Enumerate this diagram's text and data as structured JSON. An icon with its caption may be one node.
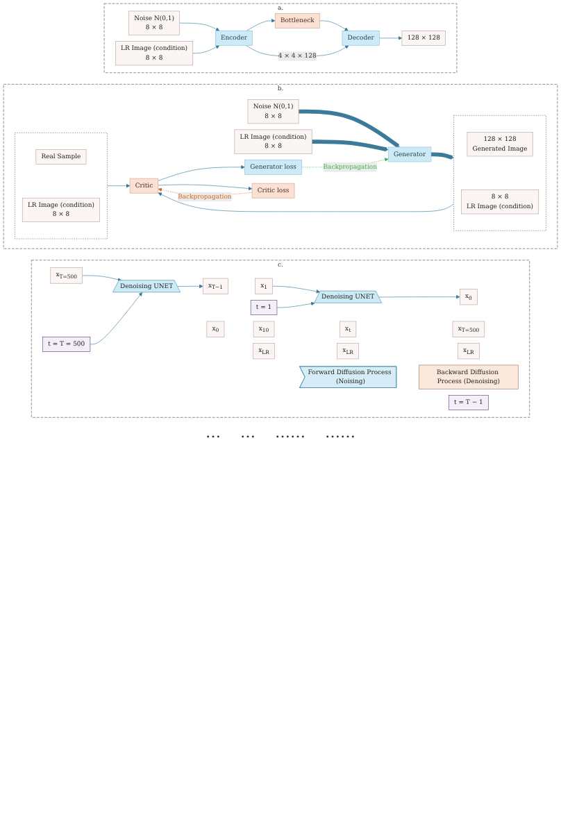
{
  "diagram": {
    "nodes": [
      {
        "text": [
          "a."
        ]
      },
      {
        "text": [
          "Noise N(0,1)",
          "8 × 8"
        ],
        "in": 0
      },
      {
        "text": [
          "LR Image (condition)",
          "8 × 8"
        ],
        "in": 0
      },
      {
        "text": [
          "Encoder"
        ],
        "in": 0
      },
      {
        "text": [
          "Bottleneck"
        ],
        "in": 0
      },
      {
        "text": [
          "Decoder"
        ],
        "in": 0
      },
      {
        "text": [
          "128 × 128"
        ],
        "in": 0
      },
      {
        "text": [
          "b."
        ]
      },
      {
        "text": [
          "Noise N(0,1)",
          "8 × 8"
        ],
        "in": 7
      },
      {
        "text": [
          "LR Image (condition)",
          "8 × 8"
        ],
        "in": 7
      },
      {
        "text": [
          "Generator"
        ],
        "in": 7
      },
      {
        "text": [],
        "shape": "box",
        "in": 7
      },
      {
        "text": [
          "128 × 128",
          "Generated Image"
        ],
        "in": 11
      },
      {
        "text": [
          "8 × 8",
          "LR Image (condition)"
        ],
        "in": 11
      },
      {
        "text": [],
        "shape": "box",
        "in": 7
      },
      {
        "text": [
          "Real Sample"
        ],
        "in": 14
      },
      {
        "text": [
          "LR Image (condition)",
          "8 × 8"
        ],
        "in": 14
      },
      {
        "text": [
          "Critic"
        ],
        "in": 7
      },
      {
        "text": [
          "Generator loss"
        ],
        "in": 7
      },
      {
        "text": [
          "Critic loss"
        ],
        "in": 7
      },
      {
        "text": [
          "c."
        ]
      },
      {
        "text": [
          "x$_{0}$"
        ],
        "in": 20
      },
      {
        "text": [
          "x$_{10}$"
        ],
        "in": 20
      },
      {
        "text": [
          "x$_{t}$"
        ],
        "in": 20
      },
      {
        "text": [
          "x$_{T=500}$"
        ],
        "in": 20
      },
      {
        "text": [
          "Forward Diffusion Process (Noising)"
        ],
        "in": 20
      },
      {
        "text": [
          "x$_{0}$"
        ],
        "in": 20
      },
      {
        "text": [
          "Denoising UNET"
        ],
        "in": 20
      },
      {
        "text": [
          "t = 1"
        ],
        "in": 20
      },
      {
        "text": [
          "x$_{1}$"
        ],
        "in": 20
      },
      {
        "text": [
          "t = T − 1"
        ],
        "in": 20
      },
      {
        "text": [
          "x$_{T−1}$"
        ],
        "in": 20
      },
      {
        "text": [
          "Denoising UNET"
        ],
        "in": 20
      },
      {
        "text": [
          "t = T = 500"
        ],
        "in": 20
      },
      {
        "text": [
          "x$_{T=500}$"
        ],
        "in": 20
      },
      {
        "text": [
          "x$_{LR}$"
        ],
        "in": 20
      },
      {
        "text": [
          "x$_{LR}$"
        ],
        "in": 20
      },
      {
        "text": [
          "x$_{LR}$"
        ],
        "in": 20
      },
      {
        "text": [
          "Backward Diffusion Process (Denoising)"
        ],
        "in": 20
      }
    ],
    "edges": [
      {
        "from": 1,
        "to": 3,
        "arrow": "to"
      },
      {
        "from": 2,
        "to": 3,
        "arrow": "to"
      },
      {
        "from": 3,
        "to": 4,
        "arrow": "to"
      },
      {
        "from": 4,
        "to": 5,
        "arrow": "to"
      },
      {
        "from": 3,
        "to": 5,
        "arrow": "to",
        "label": "4 × 4 × 128"
      },
      {
        "from": 5,
        "to": 6,
        "arrow": "to"
      },
      {
        "from": 8,
        "to": 10,
        "arrow": "to",
        "style": "thick"
      },
      {
        "from": 9,
        "to": 10,
        "arrow": "to",
        "style": "thick"
      },
      {
        "from": 10,
        "to": 11,
        "arrow": "to",
        "style": "thick"
      },
      {
        "from": 11,
        "to": 17,
        "arrow": "to"
      },
      {
        "from": 14,
        "to": 17,
        "arrow": "to"
      },
      {
        "from": 17,
        "to": 18,
        "arrow": "to"
      },
      {
        "from": 17,
        "to": 19,
        "arrow": "to"
      },
      {
        "from": 18,
        "to": 10,
        "arrow": "to",
        "style": "dashed",
        "color": "#3cb44b",
        "label": "Backpropagation"
      },
      {
        "from": 19,
        "to": 17,
        "arrow": "to",
        "style": "dashed",
        "color": "#d2691e",
        "label": "Backpropagation"
      },
      {
        "from": 29,
        "to": 27,
        "arrow": "to"
      },
      {
        "from": 28,
        "to": 27,
        "arrow": "to"
      },
      {
        "from": 27,
        "to": 26,
        "arrow": "to"
      },
      {
        "from": 34,
        "to": 32,
        "arrow": "to"
      },
      {
        "from": 33,
        "to": 32,
        "arrow": "to"
      },
      {
        "from": 32,
        "to": 31,
        "arrow": "to"
      }
    ],
    "labels": [
      "…",
      "…",
      "……",
      "……"
    ]
  }
}
